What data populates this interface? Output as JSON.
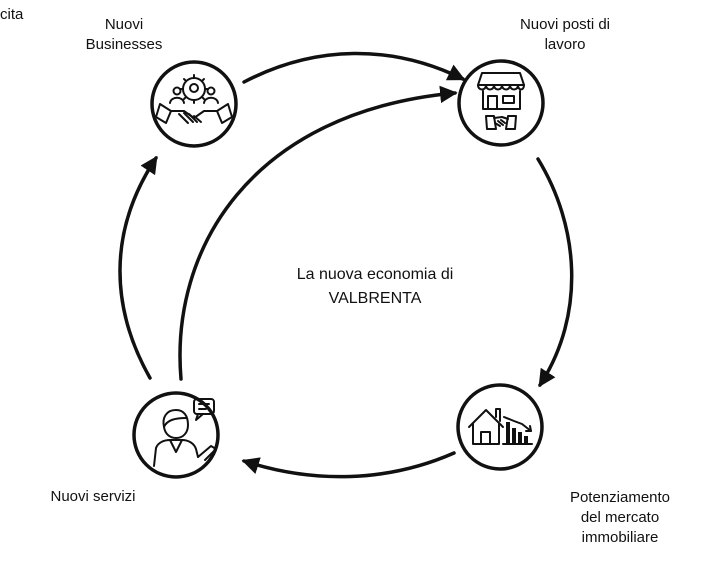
{
  "diagram": {
    "title_cutoff": "cita",
    "center_label": {
      "line1": "La nuova economia di",
      "line2": "VALBRENTA"
    },
    "nodes": [
      {
        "id": "nuovi-businesses",
        "label_lines": [
          "Nuovi",
          "Businesses"
        ],
        "icon": "handshake-gear-team-icon"
      },
      {
        "id": "nuovi-posti-di-lavoro",
        "label_lines": [
          "Nuovi posti di",
          "lavoro"
        ],
        "icon": "shop-handshake-icon"
      },
      {
        "id": "potenziamento-mercato-immobiliare",
        "label_lines": [
          "Potenziamento",
          "del mercato",
          "immobiliare"
        ],
        "icon": "house-chart-icon"
      },
      {
        "id": "nuovi-servizi",
        "label_lines": [
          "Nuovi servizi"
        ],
        "icon": "service-person-chat-icon"
      }
    ]
  }
}
